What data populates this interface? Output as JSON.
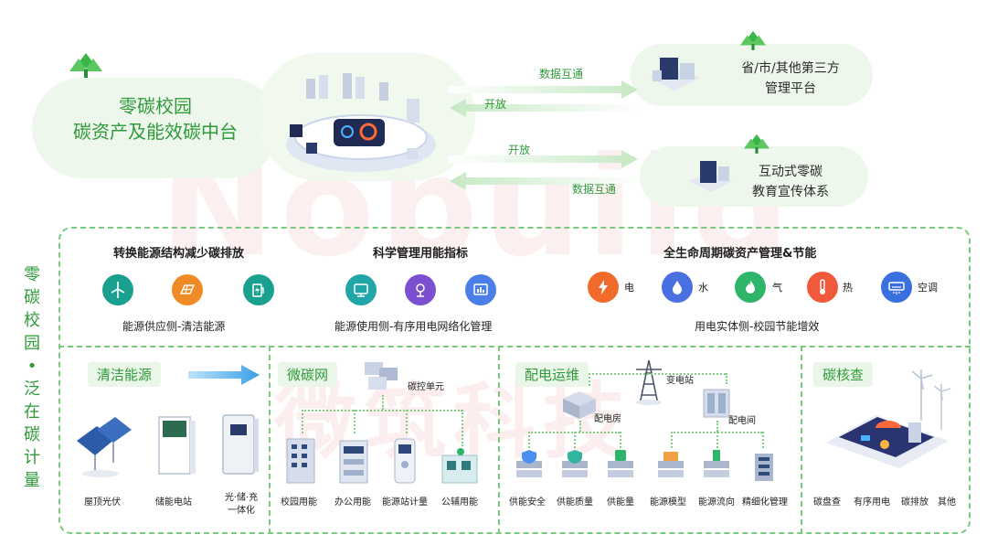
{
  "watermark": {
    "latin": "Nobuild",
    "cjk": "微筑科技"
  },
  "hub": {
    "line1": "零碳校园",
    "line2": "碳资产及能效碳中台"
  },
  "partners": [
    {
      "line1": "省/市/其他第三方",
      "line2": "管理平台"
    },
    {
      "line1": "互动式零碳",
      "line2": "教育宣传体系"
    }
  ],
  "arrows": {
    "data_exchange_top": "数据互通",
    "open_top": "开放",
    "open_bottom": "开放",
    "data_exchange_bottom": "数据互通"
  },
  "side_label": [
    "零",
    "碳",
    "校",
    "园",
    "•",
    "泛",
    "在",
    "碳",
    "计",
    "量"
  ],
  "pillars": [
    {
      "title": "转换能源结构减少碳排放",
      "subtitle": "能源供应侧-清洁能源",
      "icons": [
        {
          "name": "wind-turbine-icon",
          "color": "#1aa08f"
        },
        {
          "name": "solar-panel-icon",
          "color": "#f08a24"
        },
        {
          "name": "charging-icon",
          "color": "#1aa08f"
        }
      ]
    },
    {
      "title": "科学管理用能指标",
      "subtitle": "能源使用侧-有序用电网络化管理",
      "icons": [
        {
          "name": "monitor-icon",
          "color": "#21a5a6"
        },
        {
          "name": "sensor-icon",
          "color": "#7b4fd1"
        },
        {
          "name": "dashboard-icon",
          "color": "#4c7ee8"
        }
      ]
    },
    {
      "title": "全生命周期碳资产管理&节能",
      "subtitle": "用电实体侧-校园节能增效",
      "icons": [
        {
          "name": "electricity-icon",
          "label": "电",
          "color": "#f06a2a"
        },
        {
          "name": "water-icon",
          "label": "水",
          "color": "#4a6fe0"
        },
        {
          "name": "gas-icon",
          "label": "气",
          "color": "#2fb56a"
        },
        {
          "name": "heat-icon",
          "label": "热",
          "color": "#f05a3a"
        },
        {
          "name": "air-conditioner-icon",
          "label": "空调",
          "color": "#3a6fe0"
        }
      ]
    }
  ],
  "sections": {
    "clean_energy": {
      "title": "清洁能源",
      "items": [
        {
          "label": "屋顶光伏"
        },
        {
          "label": "储能电站"
        },
        {
          "label": "光·储·充\n一体化",
          "line1": "光·储·充",
          "line2": "一体化"
        }
      ]
    },
    "micro_carbon": {
      "title": "微碳网",
      "controller": "碳控单元",
      "items": [
        {
          "label": "校园用能"
        },
        {
          "label": "办公用能"
        },
        {
          "label": "能源站计量"
        },
        {
          "label": "公辅用能"
        }
      ]
    },
    "distribution": {
      "title": "配电运维",
      "substation": "变电站",
      "room1": "配电房",
      "room2": "配电间",
      "items": [
        {
          "label": "供能安全"
        },
        {
          "label": "供能质量"
        },
        {
          "label": "供能量"
        },
        {
          "label": "能源模型"
        },
        {
          "label": "能源流向"
        },
        {
          "label": "精细化管理"
        }
      ]
    },
    "carbon_check": {
      "title": "碳核查",
      "items": [
        {
          "label": "碳盘查"
        },
        {
          "label": "有序用电"
        },
        {
          "label": "碳排放"
        },
        {
          "label": "其他"
        }
      ]
    }
  },
  "colors": {
    "accent": "#2f9a3a",
    "dash": "#79c97f",
    "cloud": "#eef7ec",
    "arrow_blue": "#3aa0e8"
  }
}
